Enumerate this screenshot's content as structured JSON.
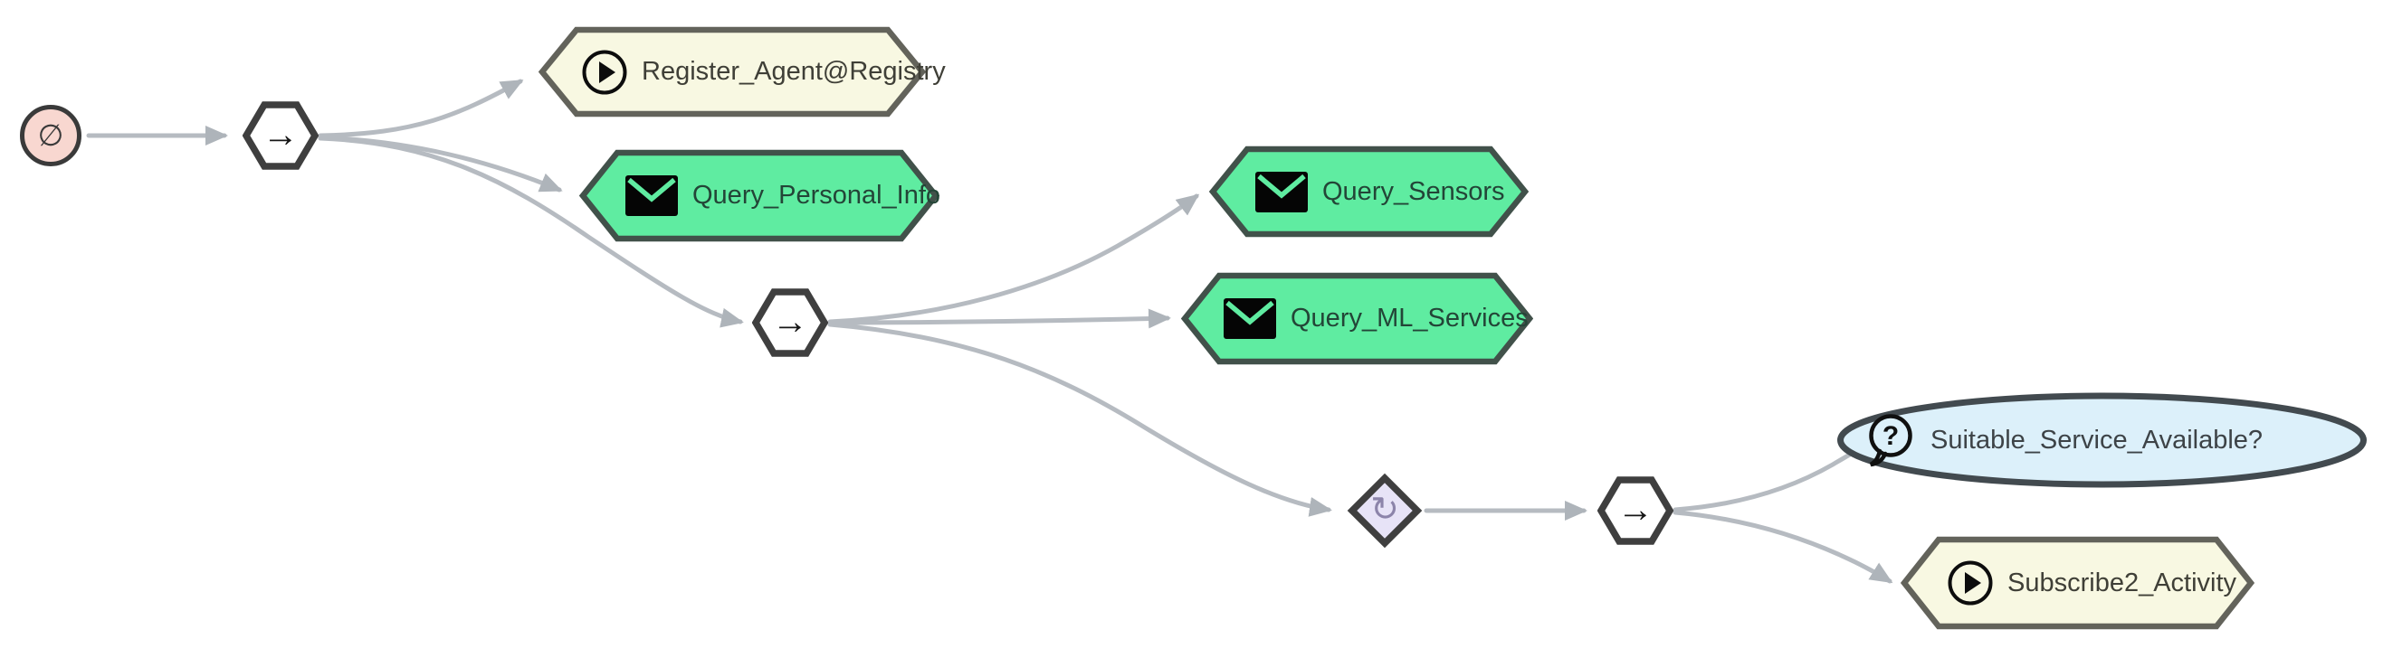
{
  "diagram": {
    "kind": "process-tree-workflow",
    "colors": {
      "background": "#ffffff",
      "edge": "#b6bbc1",
      "gate_fill": "#ffffff",
      "gate_border": "#3f3f3f",
      "start_fill": "#f8d7d0",
      "start_border": "#3a3a3a",
      "task_green_fill": "#5feca1",
      "task_green_border": "#41514a",
      "task_cream_fill": "#f8f8e2",
      "task_cream_border": "#63635b",
      "question_fill": "#dcf0fa",
      "question_border": "#424a4f",
      "loop_fill": "#e7e3f7",
      "loop_border": "#3f3f3f",
      "loop_glyph": "#8c84aa"
    },
    "icons": {
      "question_mark": "?"
    },
    "nodes": [
      {
        "id": "start",
        "type": "start-event",
        "symbol": "∅"
      },
      {
        "id": "seq1",
        "type": "sequence-gate",
        "symbol": "→"
      },
      {
        "id": "register_agent",
        "type": "task",
        "icon": "play-circle",
        "variant": "cream",
        "label": "Register_Agent@Registry"
      },
      {
        "id": "query_personal_info",
        "type": "message-task",
        "icon": "envelope",
        "variant": "green",
        "label": "Query_Personal_Info"
      },
      {
        "id": "seq2",
        "type": "sequence-gate",
        "symbol": "→"
      },
      {
        "id": "query_sensors",
        "type": "message-task",
        "icon": "envelope",
        "variant": "green",
        "label": "Query_Sensors"
      },
      {
        "id": "query_ml_services",
        "type": "message-task",
        "icon": "envelope",
        "variant": "green",
        "label": "Query_ML_Services"
      },
      {
        "id": "loop",
        "type": "loop-gate",
        "symbol": "↻"
      },
      {
        "id": "seq3",
        "type": "sequence-gate",
        "symbol": "→"
      },
      {
        "id": "suitable_service",
        "type": "question",
        "icon": "question-bubble",
        "variant": "blue",
        "label": "Suitable_Service_Available?"
      },
      {
        "id": "subscribe2_activity",
        "type": "task",
        "icon": "play-circle",
        "variant": "cream",
        "label": "Subscribe2_Activity"
      }
    ],
    "edges": [
      {
        "from": "start",
        "to": "seq1"
      },
      {
        "from": "seq1",
        "to": "register_agent"
      },
      {
        "from": "seq1",
        "to": "query_personal_info"
      },
      {
        "from": "seq1",
        "to": "seq2"
      },
      {
        "from": "seq2",
        "to": "query_sensors"
      },
      {
        "from": "seq2",
        "to": "query_ml_services"
      },
      {
        "from": "seq2",
        "to": "loop"
      },
      {
        "from": "loop",
        "to": "seq3"
      },
      {
        "from": "seq3",
        "to": "suitable_service"
      },
      {
        "from": "seq3",
        "to": "subscribe2_activity"
      }
    ]
  }
}
